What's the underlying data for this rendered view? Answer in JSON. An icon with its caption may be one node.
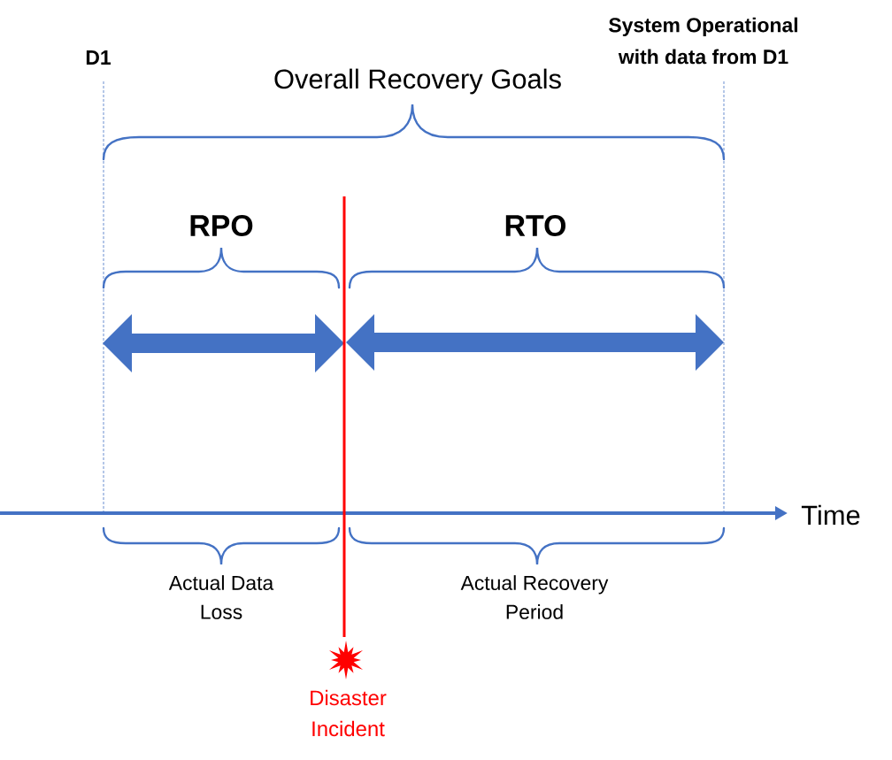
{
  "diagram": {
    "labels": [
      "D1",
      "System Operational with data from D1",
      "Overall Recovery Goals",
      "RPO",
      "RTO",
      "Time",
      "Actual Data Loss",
      "Actual Recovery Period",
      "Disaster Incident"
    ]
  }
}
